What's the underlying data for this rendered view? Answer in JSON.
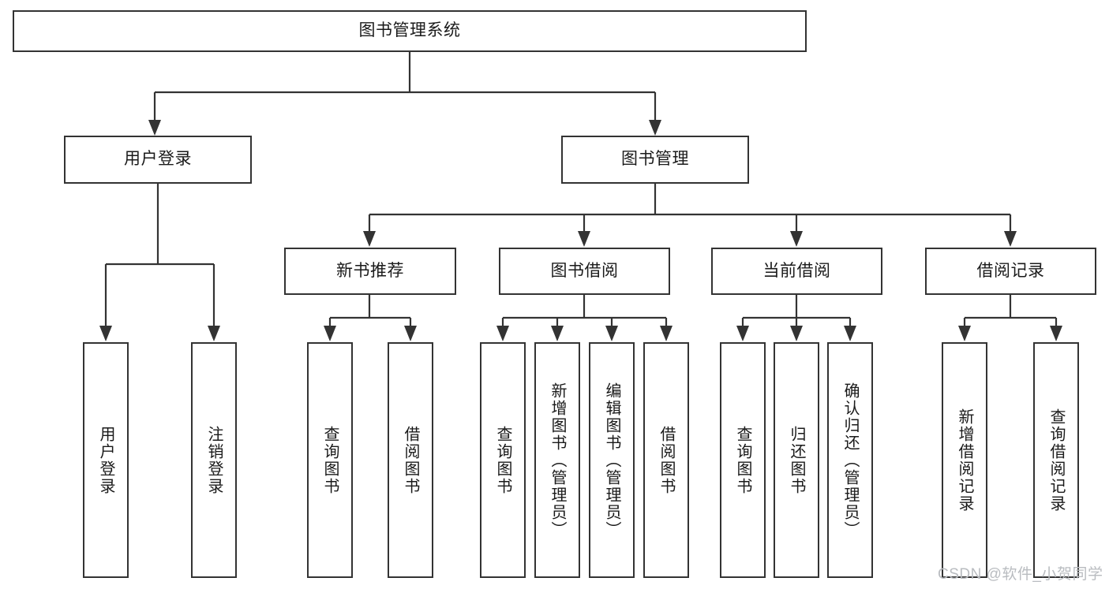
{
  "diagram": {
    "title": "图书管理系统",
    "type": "tree-hierarchy",
    "root": {
      "label": "图书管理系统"
    },
    "level2": [
      {
        "label": "用户登录"
      },
      {
        "label": "图书管理"
      }
    ],
    "level3": [
      {
        "label": "新书推荐"
      },
      {
        "label": "图书借阅"
      },
      {
        "label": "当前借阅"
      },
      {
        "label": "借阅记录"
      }
    ],
    "leaves": {
      "user_login": [
        {
          "label": "用户登录"
        },
        {
          "label": "注销登录"
        }
      ],
      "new_book_recommend": [
        {
          "label": "查询图书"
        },
        {
          "label": "借阅图书"
        }
      ],
      "book_borrow": [
        {
          "label": "查询图书"
        },
        {
          "label": "新增图书（管理员）"
        },
        {
          "label": "编辑图书（管理员）"
        },
        {
          "label": "借阅图书"
        }
      ],
      "current_borrow": [
        {
          "label": "查询图书"
        },
        {
          "label": "归还图书"
        },
        {
          "label": "确认归还（管理员）"
        }
      ],
      "borrow_record": [
        {
          "label": "新增借阅记录"
        },
        {
          "label": "查询借阅记录"
        }
      ]
    }
  },
  "watermark": {
    "text": "CSDN @软件_小贺同学",
    "color": "#b9bcc0"
  },
  "colors": {
    "stroke": "#333333",
    "text": "#1a1a1a",
    "background": "#ffffff"
  }
}
